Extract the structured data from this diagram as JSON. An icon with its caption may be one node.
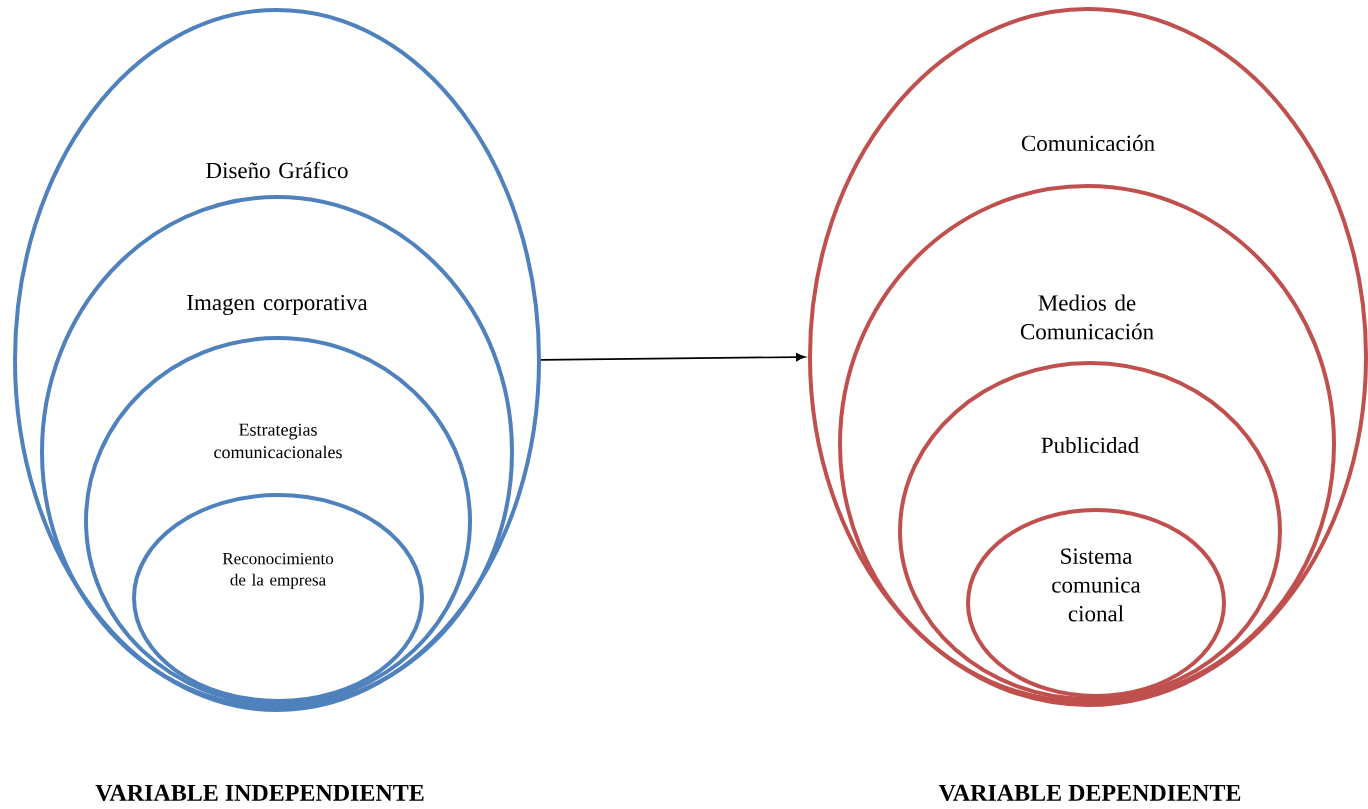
{
  "diagram": {
    "nodes": [
      {
        "text": [
          "Diseño Gráfico"
        ]
      },
      {
        "text": [
          "Imagen corporativa"
        ],
        "in": 0
      },
      {
        "text": [
          "Estrategias comunicacionales"
        ],
        "in": 1
      },
      {
        "text": [
          "Reconocimiento de la empresa"
        ],
        "in": 2
      },
      {
        "text": [
          "Comunicación"
        ]
      },
      {
        "text": [
          "Medios de Comunicación"
        ],
        "in": 4
      },
      {
        "text": [
          "Publicidad"
        ],
        "in": 5
      },
      {
        "text": [
          "Sistema comunica cional"
        ],
        "in": 6
      }
    ],
    "edges": [
      {
        "from": 0,
        "to": 4,
        "arrow": "to"
      }
    ],
    "labels": [
      "VARIABLE INDEPENDIENTE",
      "VARIABLE DEPENDIENTE"
    ]
  }
}
